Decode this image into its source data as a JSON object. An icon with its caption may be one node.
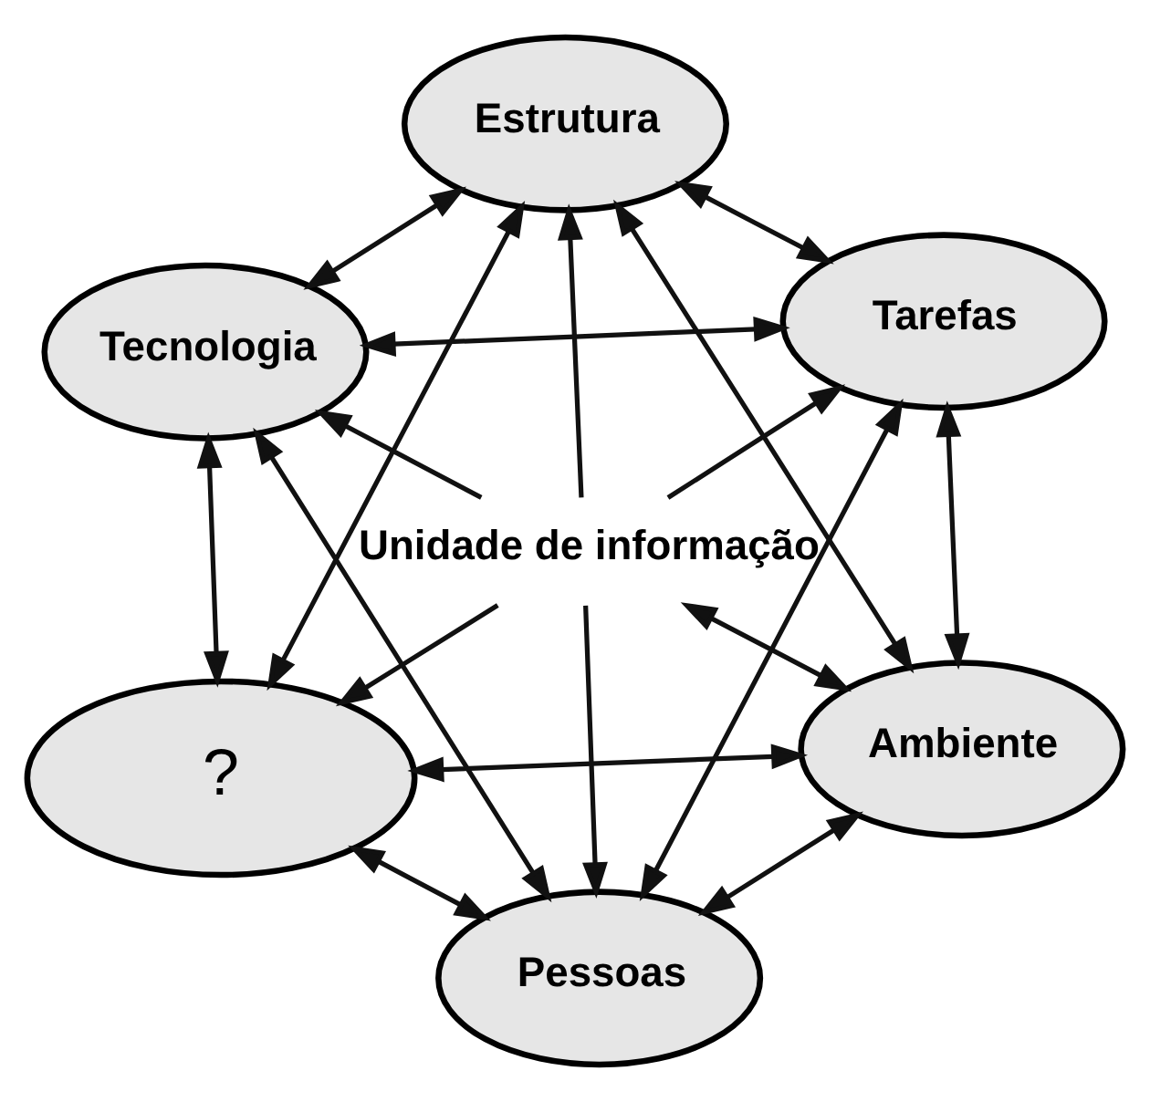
{
  "diagram": {
    "nodes": [
      {
        "text": [
          "?"
        ]
      },
      {
        "text": [
          "Tecnologia"
        ]
      },
      {
        "text": [
          "Pessoas"
        ]
      },
      {
        "text": [
          "Estrutura"
        ]
      },
      {
        "text": [
          "Ambiente"
        ]
      },
      {
        "text": [
          "Tarefas"
        ]
      },
      {
        "text": [
          "Unidade de informação"
        ]
      }
    ],
    "edges": [
      {
        "from": 0,
        "to": 1,
        "arrow": "both"
      },
      {
        "from": 0,
        "to": 2,
        "arrow": "both"
      },
      {
        "from": 1,
        "to": 2,
        "arrow": "both"
      },
      {
        "from": 1,
        "to": 3,
        "arrow": "both"
      },
      {
        "from": 2,
        "to": 4,
        "arrow": "both"
      },
      {
        "from": 3,
        "to": 4,
        "arrow": "both"
      },
      {
        "from": 3,
        "to": 5,
        "arrow": "both"
      },
      {
        "from": 4,
        "to": 5,
        "arrow": "both"
      },
      {
        "from": 0,
        "to": 3,
        "arrow": "both"
      },
      {
        "from": 1,
        "to": 5,
        "arrow": "both"
      },
      {
        "from": 0,
        "to": 4,
        "arrow": "both"
      },
      {
        "from": 2,
        "to": 5,
        "arrow": "both"
      },
      {
        "from": 6,
        "to": 0,
        "arrow": "to"
      },
      {
        "from": 6,
        "to": 5,
        "arrow": "to"
      },
      {
        "from": 6,
        "to": 1,
        "arrow": "to"
      },
      {
        "from": 6,
        "to": 2,
        "arrow": "to"
      },
      {
        "from": 6,
        "to": 3,
        "arrow": "to"
      },
      {
        "from": 6,
        "to": 4,
        "arrow": "both"
      }
    ]
  }
}
